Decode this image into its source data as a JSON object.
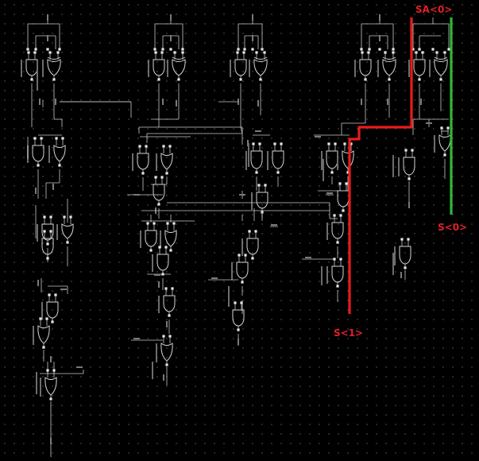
{
  "annotations": {
    "sa0": {
      "text": "SA<0>",
      "color": "#e0202a"
    },
    "s0": {
      "text": "S<0>",
      "color": "#e0202a"
    },
    "s1": {
      "text": "S<1>",
      "color": "#e0202a"
    }
  },
  "highlight_colors": {
    "red_path": "#e81c1c",
    "green_path": "#2fb83a"
  },
  "background_color": "#000000",
  "wire_color": "#c8c8c8"
}
